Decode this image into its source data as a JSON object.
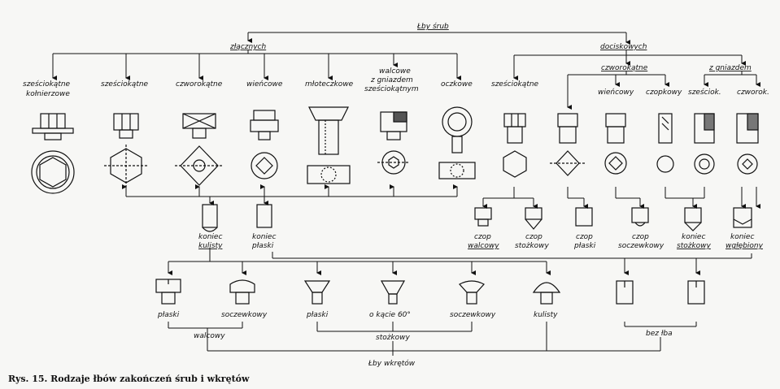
{
  "groups": {
    "top": "Łby śrub",
    "connecting": "złącznych",
    "clamping": "dociskowych",
    "square_sub": "czworokątne",
    "socket_sub": "z gniazdem",
    "cylindrical": "walcowy",
    "conical": "stożkowy",
    "screw_heads": "Łby wkrętów",
    "headless": "bez łba"
  },
  "connecting_heads": [
    {
      "id": "hex-flange",
      "line1": "sześciokątne",
      "line2": "kołnierzowe",
      "line3": ""
    },
    {
      "id": "hex",
      "line1": "sześciokątne",
      "line2": "",
      "line3": ""
    },
    {
      "id": "square",
      "line1": "czworokątne",
      "line2": "",
      "line3": ""
    },
    {
      "id": "crown",
      "line1": "wieńcowe",
      "line2": "",
      "line3": ""
    },
    {
      "id": "hammer",
      "line1": "młoteczkowe",
      "line2": "",
      "line3": ""
    },
    {
      "id": "socket-cyl",
      "line1": "walcowe",
      "line2": "z gniazdem",
      "line3": "sześciokątnym"
    },
    {
      "id": "eye",
      "line1": "oczkowe",
      "line2": "",
      "line3": ""
    }
  ],
  "clamping_heads": [
    {
      "id": "clamp-hex",
      "label": "sześciokątne"
    },
    {
      "id": "clamp-square",
      "label": ""
    },
    {
      "id": "clamp-crown",
      "label": "wieńcowy"
    },
    {
      "id": "clamp-pin",
      "label": "czopkowy"
    },
    {
      "id": "clamp-hexsock",
      "label": "sześciok."
    },
    {
      "id": "clamp-sqsock",
      "label": "czworok."
    }
  ],
  "ends_left": [
    {
      "id": "ball-end",
      "line1": "koniec",
      "line2": "kulisty"
    },
    {
      "id": "flat-end",
      "line1": "koniec",
      "line2": "płaski"
    }
  ],
  "ends_right": [
    {
      "id": "cyl-pin",
      "line1": "czop",
      "line2": "walcowy"
    },
    {
      "id": "cone-pin",
      "line1": "czop",
      "line2": "stożkowy"
    },
    {
      "id": "flat-pin",
      "line1": "czop",
      "line2": "płaski"
    },
    {
      "id": "lens-pin",
      "line1": "czop",
      "line2": "soczewkowy"
    },
    {
      "id": "cone-end",
      "line1": "koniec",
      "line2": "stożkowy"
    },
    {
      "id": "hollow-end",
      "line1": "koniec",
      "line2": "wgłębiony"
    }
  ],
  "screw_heads": [
    {
      "id": "cyl-flat",
      "label": "płaski"
    },
    {
      "id": "cyl-lens",
      "label": "soczewkowy"
    },
    {
      "id": "cone-flat",
      "label": "płaski"
    },
    {
      "id": "cone-60",
      "label": "o kącie 60°"
    },
    {
      "id": "cone-lens",
      "label": "soczewkowy"
    },
    {
      "id": "round",
      "label": "kulisty"
    }
  ],
  "caption": "Rys. 15. Rodzaje łbów zakończeń śrub i wkrętów"
}
